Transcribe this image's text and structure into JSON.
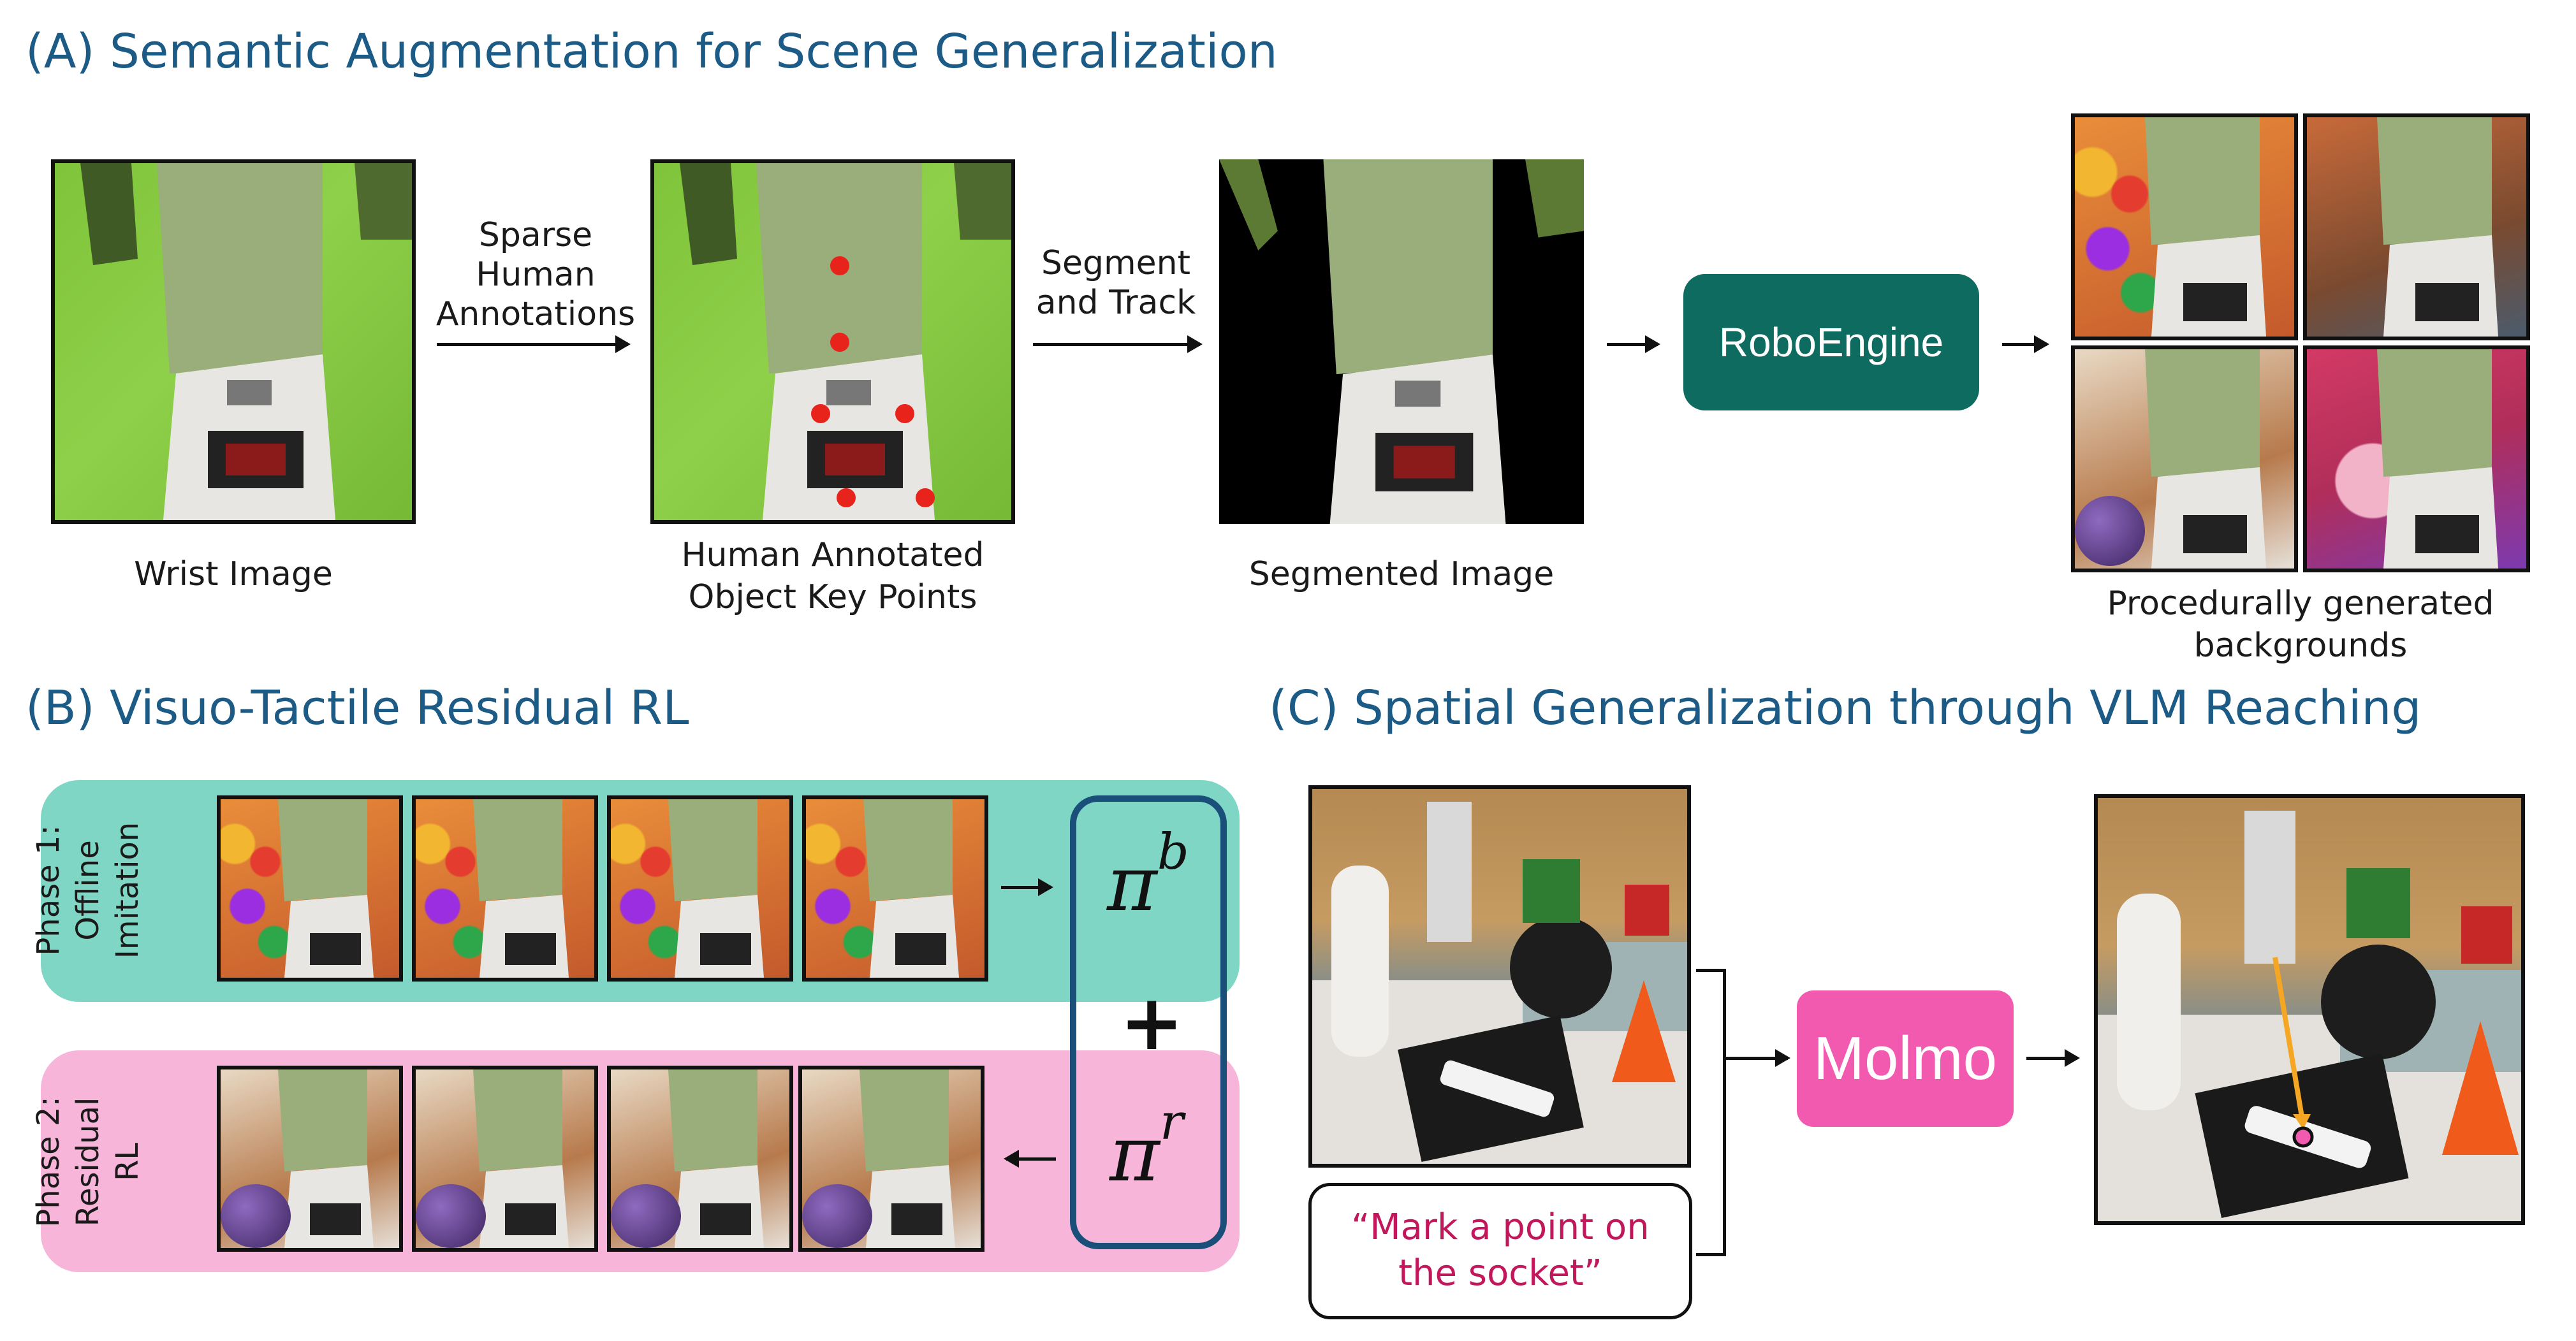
{
  "sections": {
    "a_title": "(A) Semantic Augmentation for Scene Generalization",
    "b_title": "(B) Visuo-Tactile Residual RL",
    "c_title": "(C) Spatial Generalization through VLM Reaching"
  },
  "panel_a": {
    "wrist_caption": "Wrist Image",
    "arrow1_label": [
      "Sparse",
      "Human",
      "Annotations"
    ],
    "annotated_caption": [
      "Human Annotated",
      "Object Key Points"
    ],
    "arrow2_label": [
      "Segment",
      "and Track"
    ],
    "segmented_caption": "Segmented Image",
    "engine_label": "RoboEngine",
    "backgrounds_caption": [
      "Procedurally generated",
      "backgrounds"
    ]
  },
  "panel_b": {
    "phase1_label": [
      "Phase 1:",
      "Offline",
      "Imitation"
    ],
    "phase2_label": [
      "Phase 2:",
      "Residual",
      "RL"
    ],
    "policy_base": "π",
    "policy_base_sup": "b",
    "policy_residual": "π",
    "policy_residual_sup": "r",
    "plus": "+"
  },
  "panel_c": {
    "prompt": [
      "“Mark a point on",
      "the socket”"
    ],
    "model_label": "Molmo"
  },
  "colors": {
    "title_blue": "#1c5b86",
    "engine_teal": "#0e6b60",
    "phase1_teal": "#7fd6c4",
    "phase2_pink": "#f7b5d9",
    "policy_border": "#1a4f7a",
    "molmo_pink": "#f25ab0",
    "prompt_magenta": "#c2185b",
    "keypoint_red": "#e8231c",
    "pointer_orange": "#f5a623"
  }
}
